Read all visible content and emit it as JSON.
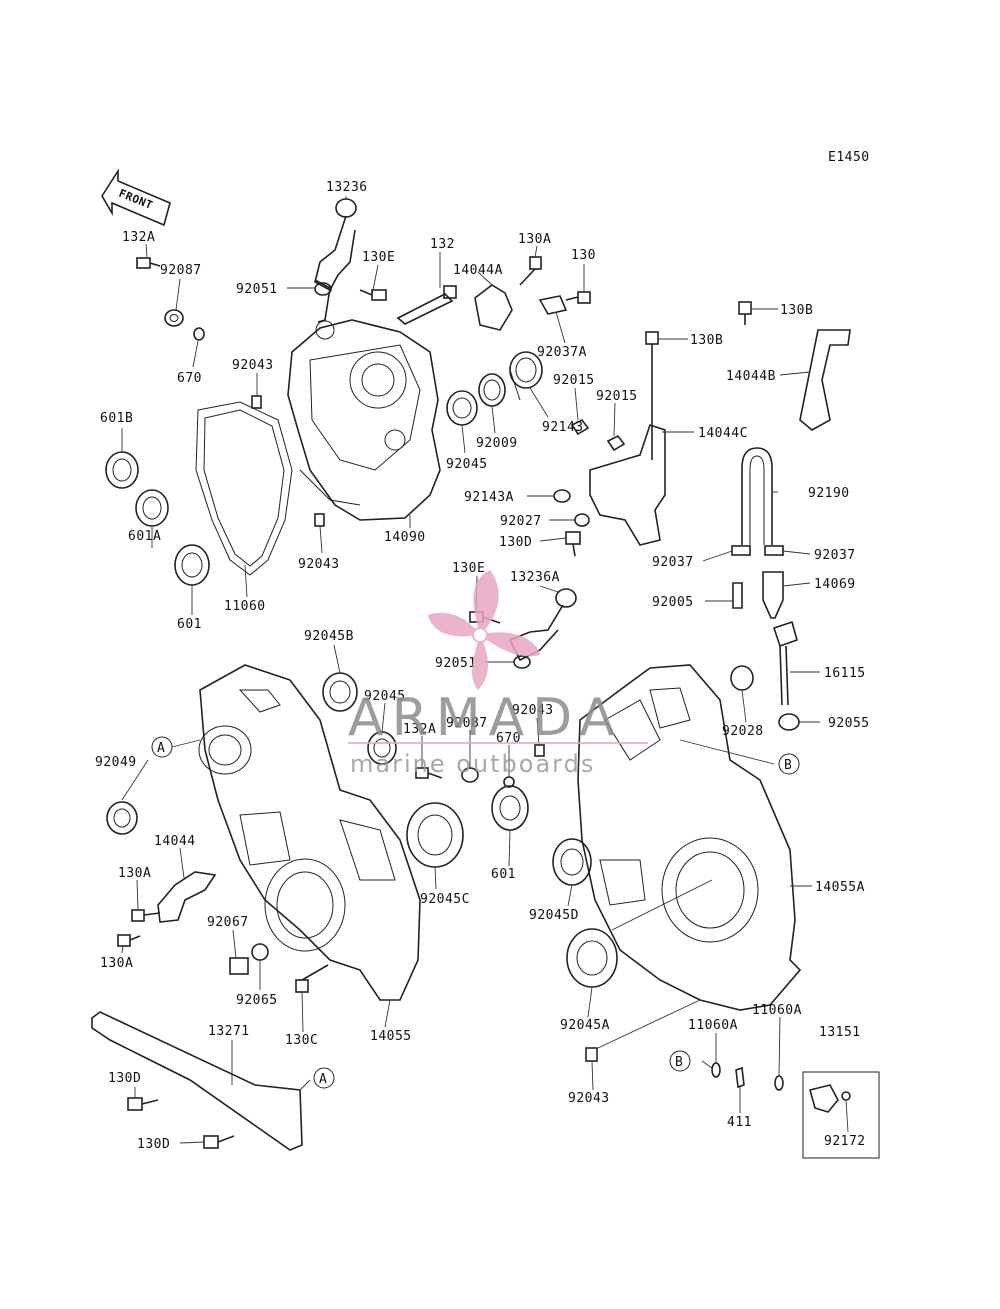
{
  "diagram": {
    "code": "E1450",
    "front_label": "FRONT",
    "callouts": [
      "A",
      "A",
      "B",
      "B"
    ],
    "labels": [
      "13236",
      "132A",
      "92087",
      "130E",
      "132",
      "130A",
      "130",
      "14044A",
      "92051",
      "670",
      "92037A",
      "92043",
      "601B",
      "92015",
      "92015",
      "92143",
      "92009",
      "92045",
      "130B",
      "130B",
      "14044B",
      "14044C",
      "92143A",
      "92027",
      "14090",
      "92190",
      "601A",
      "130D",
      "92037",
      "92037",
      "130E",
      "13236A",
      "92005",
      "14069",
      "92043",
      "11060",
      "601",
      "92051",
      "92045B",
      "16115",
      "92045",
      "132A",
      "92087",
      "92043",
      "670",
      "92028",
      "92055",
      "92049",
      "14044",
      "601",
      "130A",
      "92045C",
      "92045D",
      "14055A",
      "92067",
      "130A",
      "92065",
      "130C",
      "14055",
      "13271",
      "92045A",
      "11060A",
      "11060A",
      "13151",
      "130D",
      "92043",
      "411",
      "130D",
      "92172"
    ]
  },
  "watermark": {
    "brand": "ARMADA",
    "tagline": "marine outboards",
    "color_pink": "#e8a7c3",
    "color_grey": "#9a9a9a"
  }
}
